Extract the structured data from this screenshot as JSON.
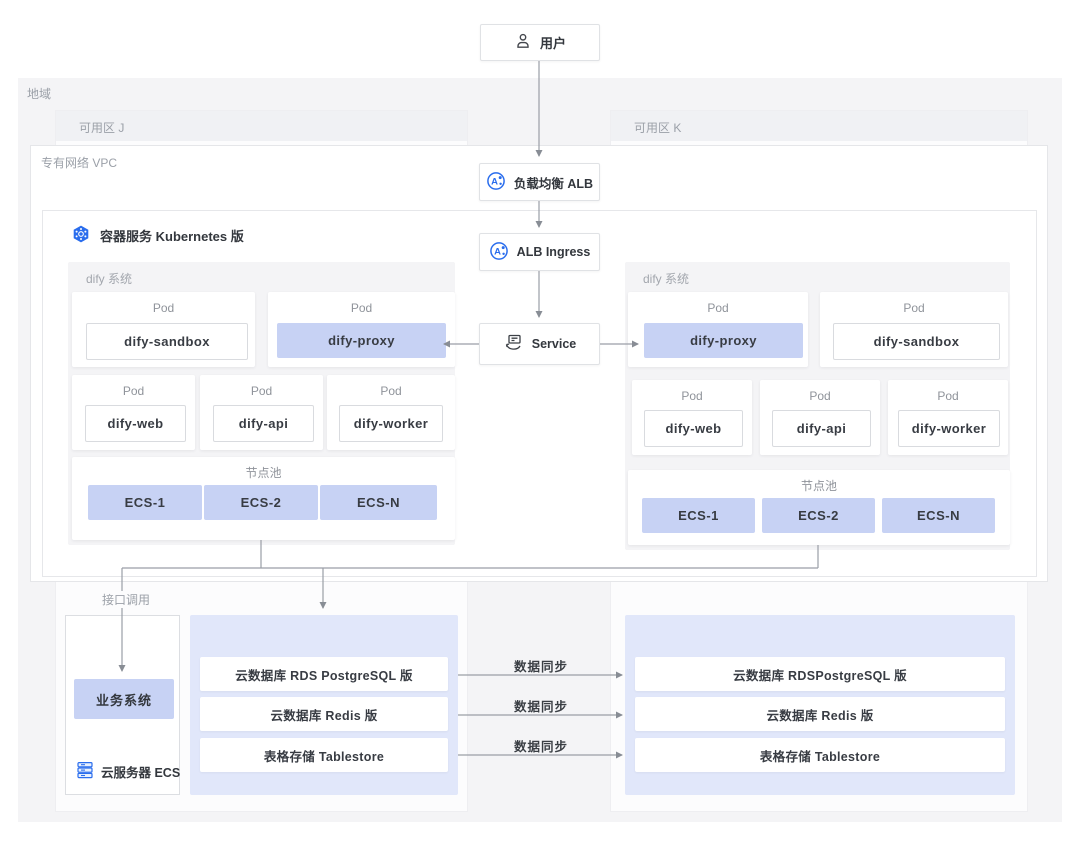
{
  "colors": {
    "icon_blue": "#2a6ded",
    "highlight_box": "#c7d2f4",
    "db_container": "#e1e7fa",
    "panel_gray": "#f4f4f6",
    "line_gray": "#9096a0"
  },
  "user_box": {
    "label": "用户"
  },
  "region": {
    "label": "地域"
  },
  "zone_j": {
    "label": "可用区 J"
  },
  "zone_k": {
    "label": "可用区 K"
  },
  "vpc": {
    "label": "专有网络 VPC"
  },
  "k8s": {
    "label": "容器服务 Kubernetes 版"
  },
  "flow": {
    "alb": "负载均衡 ALB",
    "ingress": "ALB Ingress",
    "service": "Service"
  },
  "labels": {
    "pod": "Pod",
    "nodepool": "节点池",
    "dify_system": "dify 系统",
    "api_call": "接口调用",
    "data_sync": "数据同步"
  },
  "cluster_left": {
    "pods_top": [
      "dify-sandbox",
      "dify-proxy"
    ],
    "pods_bottom": [
      "dify-web",
      "dify-api",
      "dify-worker"
    ],
    "nodes": [
      "ECS-1",
      "ECS-2",
      "ECS-N"
    ]
  },
  "cluster_right": {
    "pods_top": [
      "dify-proxy",
      "dify-sandbox"
    ],
    "pods_bottom": [
      "dify-web",
      "dify-api",
      "dify-worker"
    ],
    "nodes": [
      "ECS-1",
      "ECS-2",
      "ECS-N"
    ]
  },
  "biz": {
    "system": "业务系统",
    "ecs": "云服务器 ECS"
  },
  "db_left": {
    "rows": [
      "云数据库 RDS  PostgreSQL 版",
      "云数据库 Redis 版",
      "表格存储 Tablestore"
    ]
  },
  "db_right": {
    "rows": [
      "云数据库 RDSPostgreSQL 版",
      "云数据库 Redis 版",
      "表格存储 Tablestore"
    ]
  }
}
